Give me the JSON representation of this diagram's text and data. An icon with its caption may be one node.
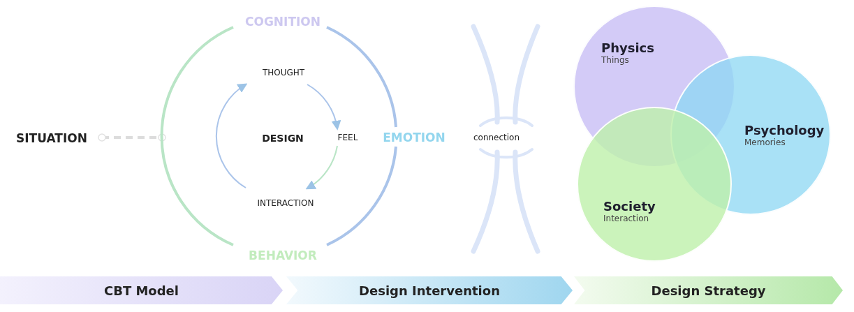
{
  "diagram": {
    "nodes": [
      {
        "text": [
          "SITUATION"
        ]
      },
      {
        "text": [
          "COGNITION"
        ]
      },
      {
        "text": [
          "EMOTION"
        ]
      },
      {
        "text": [
          "BEHAVIOR"
        ]
      },
      {
        "text": [
          "THOUGHT"
        ]
      },
      {
        "text": [
          "DESIGN"
        ]
      },
      {
        "text": [
          "FEEL"
        ]
      },
      {
        "text": [
          "INTERACTION"
        ]
      },
      {
        "text": [
          "connection"
        ]
      },
      {
        "text": [
          "Physics",
          "Things"
        ]
      },
      {
        "text": [
          "Psychology",
          "Memories"
        ]
      },
      {
        "text": [
          "Society",
          "Interaction"
        ]
      },
      {
        "text": [
          "CBT Model"
        ]
      },
      {
        "text": [
          "Design Intervention"
        ]
      },
      {
        "text": [
          "Design Strategy"
        ]
      }
    ],
    "edges": [
      {
        "from": 0,
        "to": null,
        "arrow": "other",
        "style": "dashed"
      },
      {
        "from": 1,
        "to": 2,
        "arrow": "none"
      },
      {
        "from": 2,
        "to": 3,
        "arrow": "none"
      },
      {
        "from": 3,
        "to": 1,
        "arrow": "none"
      },
      {
        "from": 4,
        "to": 6,
        "arrow": "to"
      },
      {
        "from": 6,
        "to": 7,
        "arrow": "to"
      },
      {
        "from": 7,
        "to": 4,
        "arrow": "to"
      }
    ]
  }
}
